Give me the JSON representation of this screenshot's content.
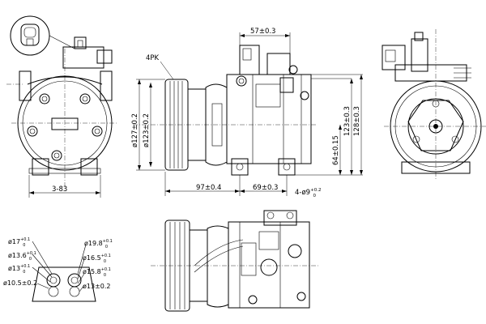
{
  "dimensions": {
    "side_top": "57±0.3",
    "belt": "4PK",
    "pulley_outer": "ø127±0.2",
    "pulley_inner": "ø123±0.2",
    "height_mount": "64±0.15",
    "height_a": "123±0.3",
    "height_b": "128±0.3",
    "front_bottom": "3-83",
    "length_pulley": "97±0.4",
    "length_body": "69±0.3",
    "holes": "4-ø9",
    "holes_sup": "+0.2",
    "holes_sub": "0"
  },
  "ports": {
    "left": [
      {
        "main": "ø17",
        "sup": "+0.1",
        "sub": "0"
      },
      {
        "main": "ø13.6",
        "sup": "+0.1",
        "sub": "0"
      },
      {
        "main": "ø13",
        "sup": "+0.1",
        "sub": "0"
      },
      {
        "main": "ø10.5±0.2",
        "sup": "",
        "sub": ""
      }
    ],
    "right": [
      {
        "main": "ø19.8",
        "sup": "+0.1",
        "sub": "0"
      },
      {
        "main": "ø16.5",
        "sup": "+0.1",
        "sub": "0"
      },
      {
        "main": "ø15.8",
        "sup": "+0.1",
        "sub": "0"
      },
      {
        "main": "ø13±0.2",
        "sup": "",
        "sub": ""
      }
    ]
  }
}
